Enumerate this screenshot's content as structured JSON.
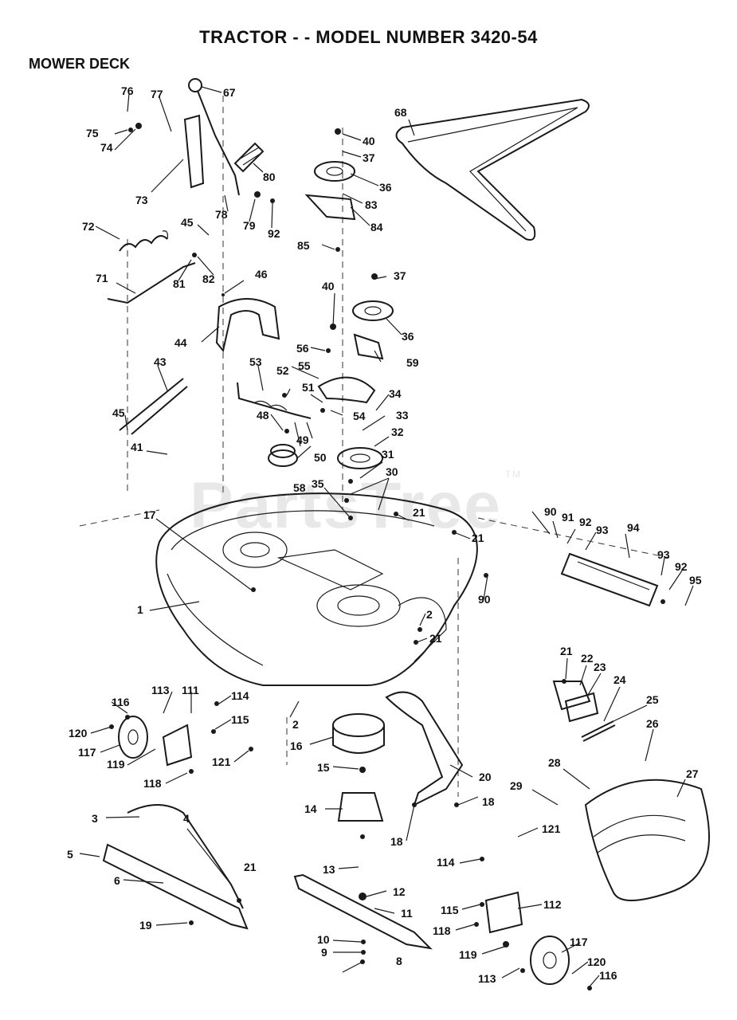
{
  "header": {
    "title": "TRACTOR - - MODEL NUMBER 3420-54",
    "section": "MOWER DECK"
  },
  "watermark": {
    "text": "PartsTree",
    "tm": "TM"
  },
  "callouts": [
    "1",
    "2",
    "3",
    "4",
    "5",
    "6",
    "8",
    "9",
    "10",
    "11",
    "12",
    "13",
    "14",
    "15",
    "16",
    "17",
    "18",
    "19",
    "20",
    "21",
    "22",
    "23",
    "24",
    "25",
    "26",
    "27",
    "28",
    "29",
    "30",
    "31",
    "32",
    "33",
    "34",
    "35",
    "36",
    "37",
    "40",
    "41",
    "43",
    "44",
    "45",
    "46",
    "48",
    "49",
    "50",
    "51",
    "52",
    "53",
    "54",
    "55",
    "56",
    "58",
    "59",
    "67",
    "68",
    "71",
    "72",
    "73",
    "74",
    "75",
    "76",
    "77",
    "78",
    "79",
    "80",
    "81",
    "82",
    "83",
    "84",
    "85",
    "90",
    "91",
    "92",
    "93",
    "94",
    "95",
    "111",
    "112",
    "113",
    "114",
    "115",
    "116",
    "117",
    "118",
    "119",
    "120",
    "121"
  ]
}
